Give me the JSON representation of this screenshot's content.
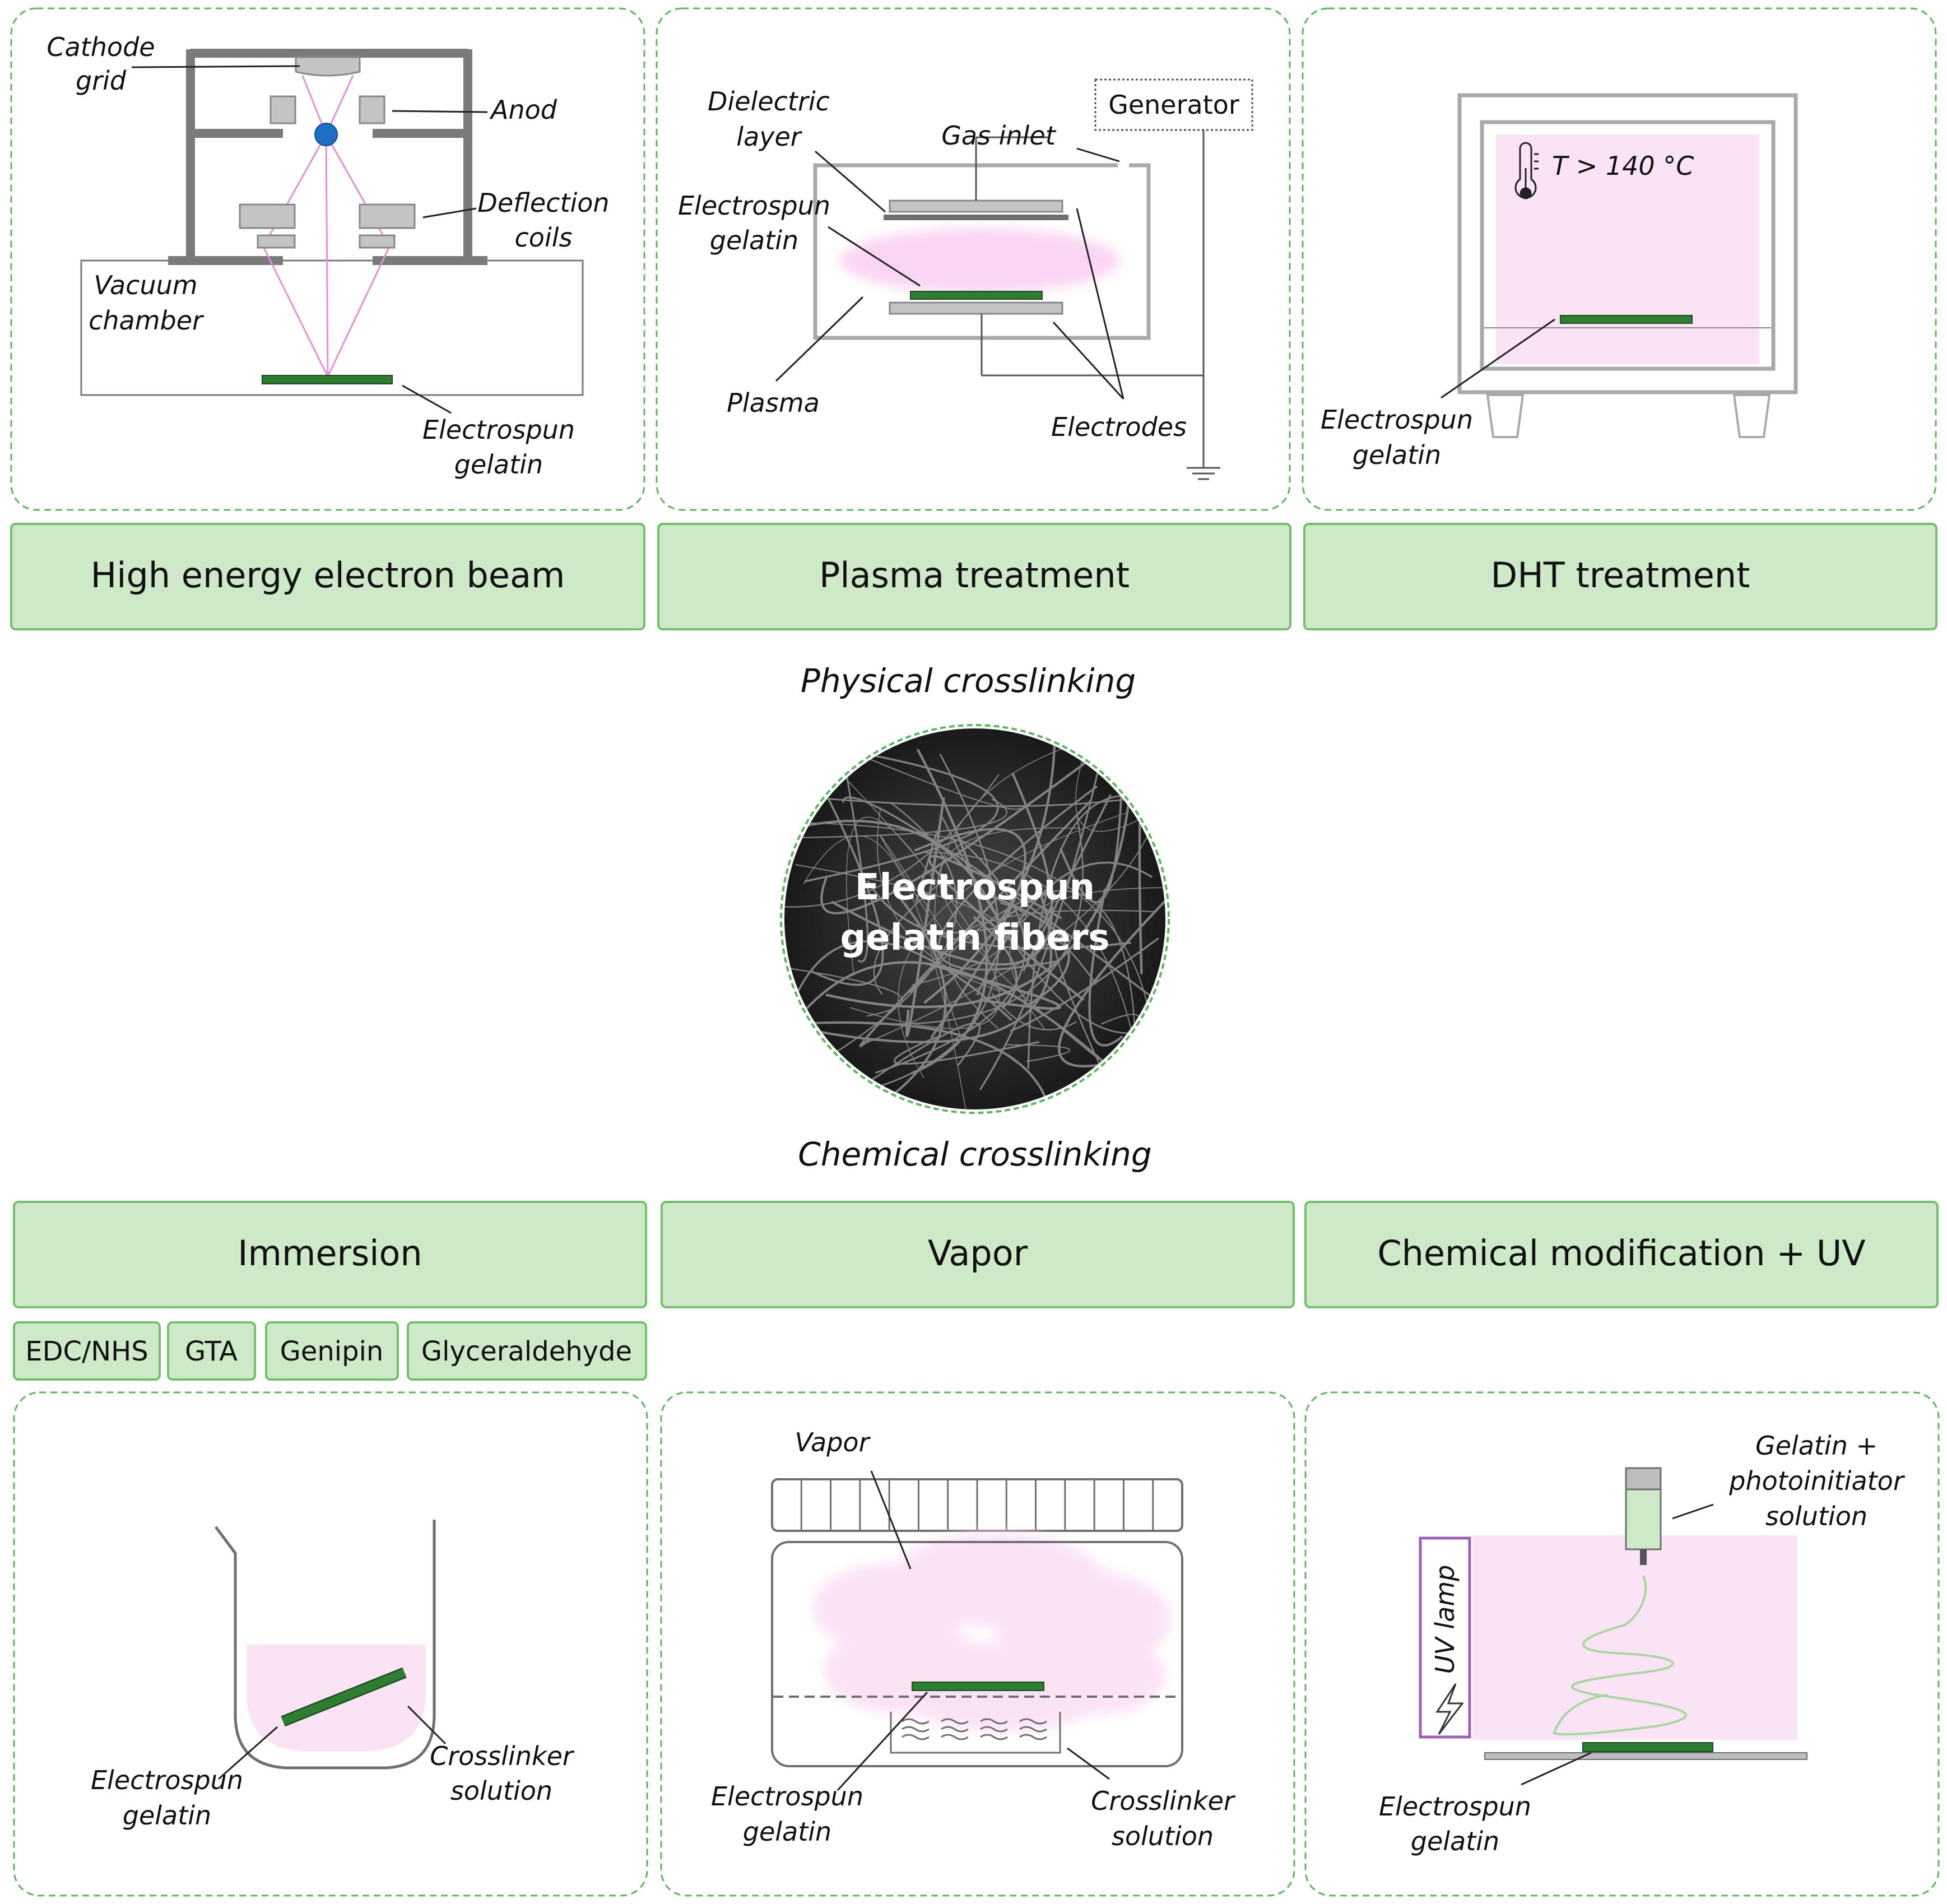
{
  "headers": {
    "electron_beam": "High energy electron beam",
    "plasma": "Plasma treatment",
    "dht": "DHT treatment",
    "immersion": "Immersion",
    "vapor": "Vapor",
    "chem_uv": "Chemical modification + UV"
  },
  "sections": {
    "physical": "Physical crosslinking",
    "chemical": "Chemical crosslinking"
  },
  "center": {
    "line1": "Electrospun",
    "line2": "gelatin fibers"
  },
  "crosslinkers": [
    "EDC/NHS",
    "GTA",
    "Genipin",
    "Glyceraldehyde"
  ],
  "electron_beam_panel": {
    "cathode_1": "Cathode",
    "cathode_2": "grid",
    "anod": "Anod",
    "deflection_1": "Deflection",
    "deflection_2": "coils",
    "vacuum_1": "Vacuum",
    "vacuum_2": "chamber",
    "sample_1": "Electrospun",
    "sample_2": "gelatin"
  },
  "plasma_panel": {
    "dielectric_1": "Dielectric",
    "dielectric_2": "layer",
    "generator": "Generator",
    "gas_inlet": "Gas inlet",
    "sample_1": "Electrospun",
    "sample_2": "gelatin",
    "plasma": "Plasma",
    "electrodes": "Electrodes"
  },
  "dht_panel": {
    "temperature": "T > 140 °C",
    "sample_1": "Electrospun",
    "sample_2": "gelatin"
  },
  "immersion_panel": {
    "sample_1": "Electrospun",
    "sample_2": "gelatin",
    "solution_1": "Crosslinker",
    "solution_2": "solution"
  },
  "vapor_panel": {
    "vapor": "Vapor",
    "sample_1": "Electrospun",
    "sample_2": "gelatin",
    "solution_1": "Crosslinker",
    "solution_2": "solution"
  },
  "uv_panel": {
    "uv_lamp": "UV lamp",
    "solution_1": "Gelatin +",
    "solution_2": "photoinitiator",
    "solution_3": "solution",
    "sample_1": "Electrospun",
    "sample_2": "gelatin"
  },
  "colors": {
    "panel_border": "#5fb55f",
    "header_fill": "#cde9c7",
    "sample_green": "#2e7d32",
    "pink_field": "#fbe3f6",
    "wall_gray": "#7a7a7a",
    "uv_purple": "#9c5fb5"
  }
}
